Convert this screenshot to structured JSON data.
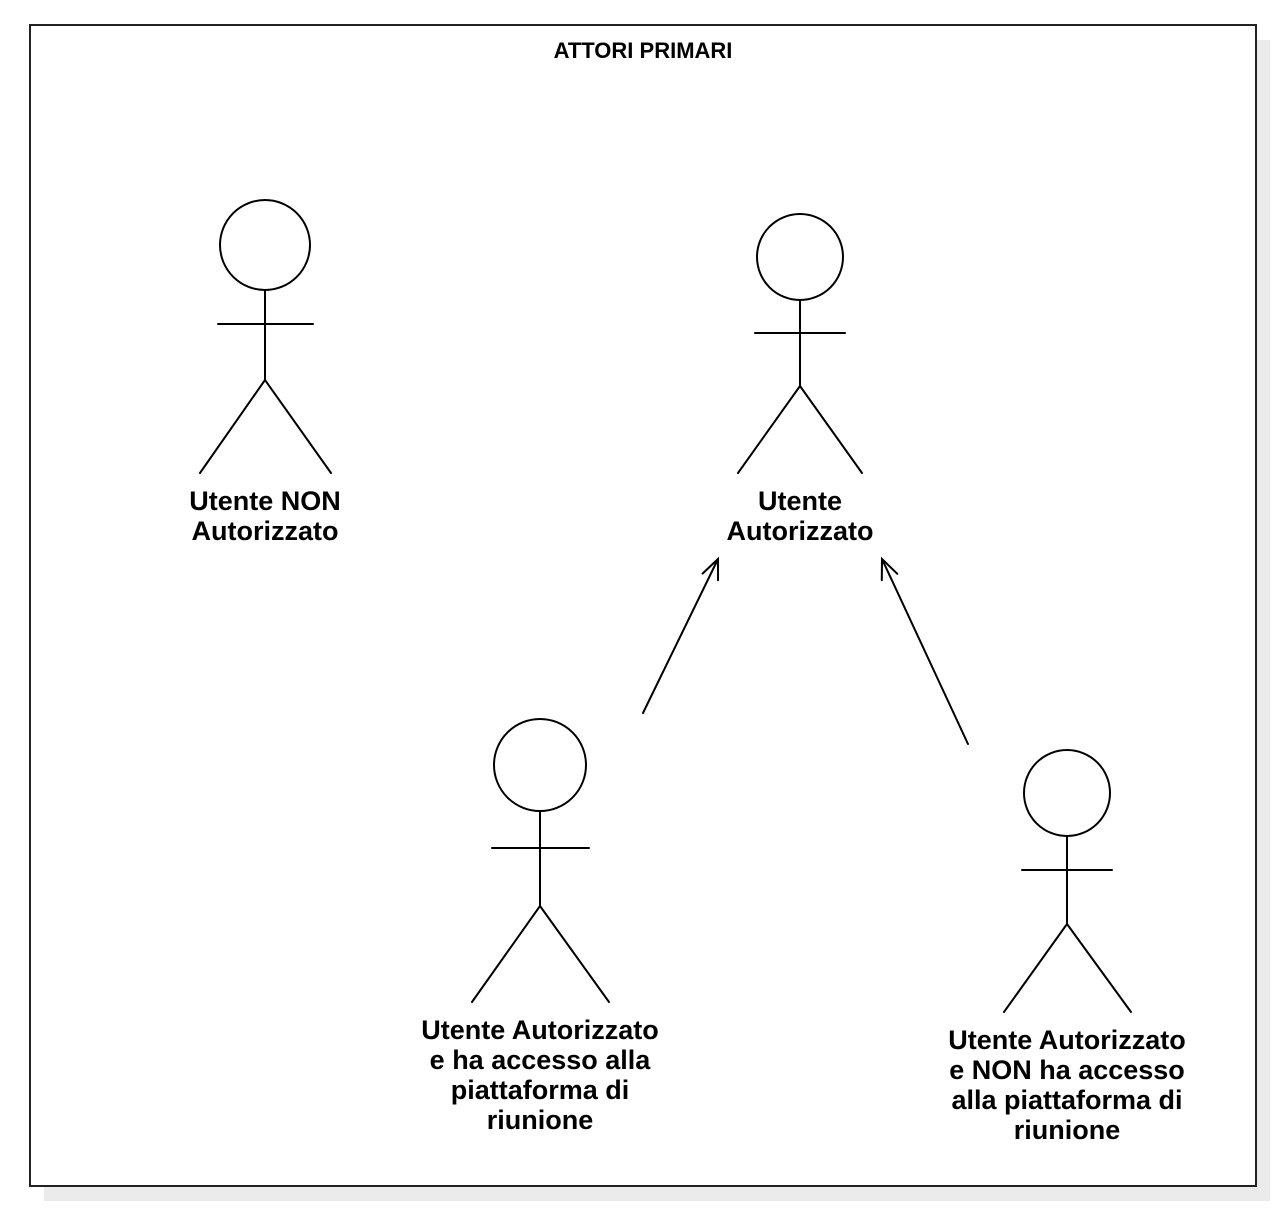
{
  "diagram": {
    "title": "ATTORI PRIMARI",
    "actors": [
      {
        "id": "unauthorized",
        "label": "Utente NON\nAutorizzato"
      },
      {
        "id": "authorized",
        "label": "Utente\nAutorizzato"
      },
      {
        "id": "authorized-with-access",
        "label": "Utente Autorizzato\ne ha accesso alla\npiattaforma di\nriunione"
      },
      {
        "id": "authorized-without-access",
        "label": "Utente Autorizzato\ne NON ha accesso\nalla piattaforma di\nriunione"
      }
    ],
    "relations": [
      {
        "type": "generalization",
        "from": "authorized-with-access",
        "to": "authorized"
      },
      {
        "type": "generalization",
        "from": "authorized-without-access",
        "to": "authorized"
      }
    ],
    "colors": {
      "line": "#000000",
      "frame": "#222222",
      "shadow": "#ebebeb"
    }
  }
}
